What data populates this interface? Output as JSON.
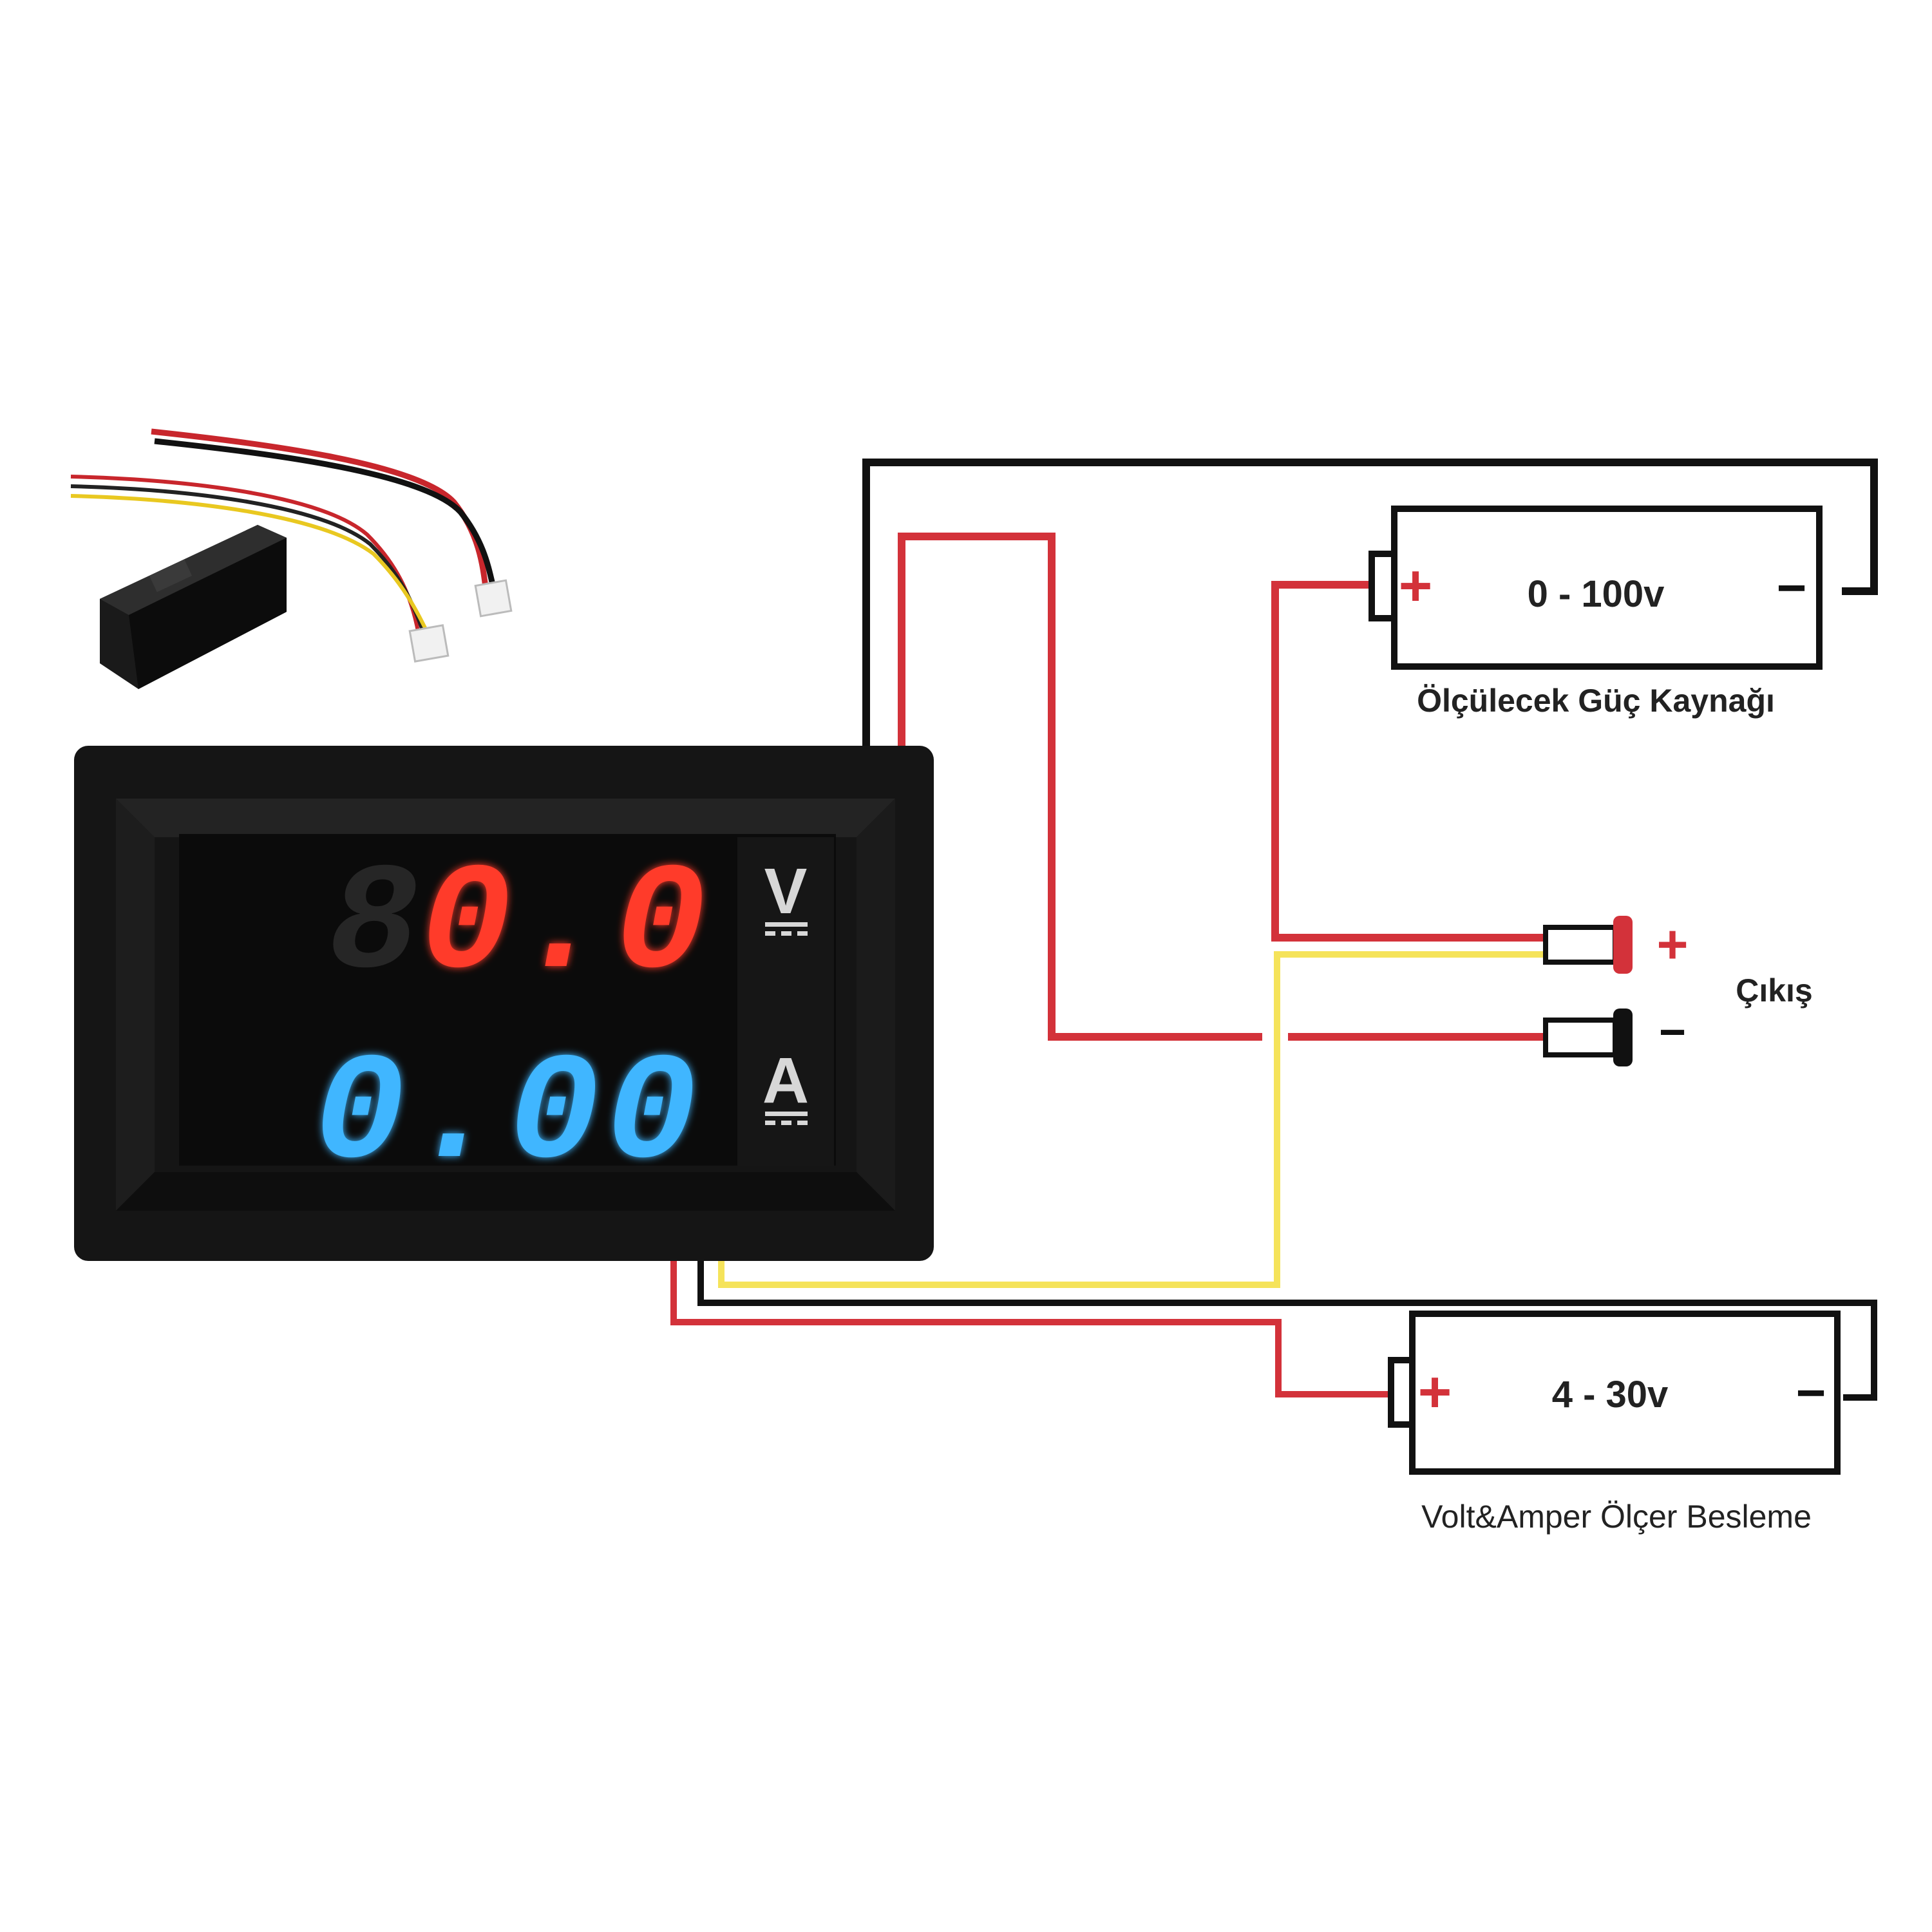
{
  "meter": {
    "voltage_reading": "0.0",
    "current_reading": "0.00",
    "voltage_unit": "V",
    "current_unit": "A"
  },
  "power_source": {
    "range": "0 - 100v",
    "caption": "Ölçülecek Güç Kaynağı",
    "plus": "+",
    "minus": "−"
  },
  "output": {
    "label": "Çıkış",
    "plus": "+",
    "minus": "−"
  },
  "supply": {
    "range": "4 - 30v",
    "caption": "Volt&Amper Ölçer Besleme",
    "plus": "+",
    "minus": "−"
  },
  "colors": {
    "wire_red": "#d3323a",
    "wire_black": "#111111",
    "wire_yellow": "#f5e35a",
    "voltage_led": "#ff3a2a",
    "current_led": "#3fb6ff",
    "meter_body": "#151515"
  }
}
